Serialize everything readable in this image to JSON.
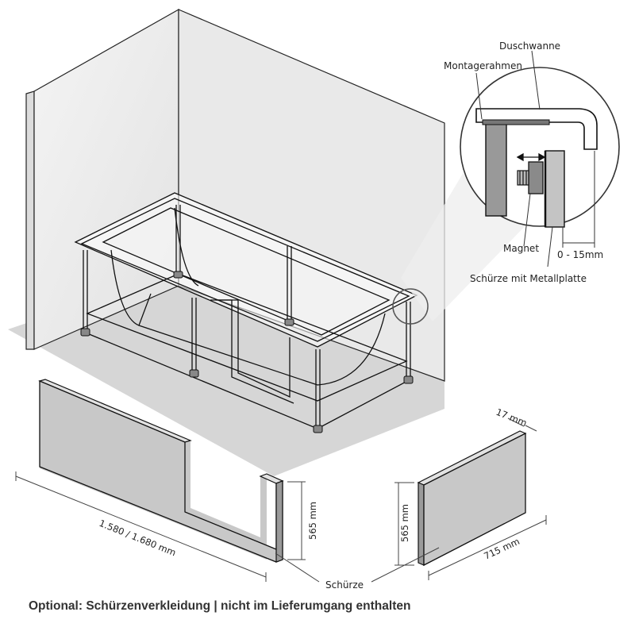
{
  "labels": {
    "duschwanne": "Duschwanne",
    "montagerahmen": "Montagerahmen",
    "magnet": "Magnet",
    "gap": "0 - 15mm",
    "schuerze_metall": "Schürze mit Metallplatte",
    "thickness": "17 mm",
    "length_long": "1.580 / 1.680 mm",
    "height_long": "565 mm",
    "height_short": "565 mm",
    "length_short": "715 mm",
    "schuerze": "Schürze"
  },
  "caption": "Optional: Schürzenverkleidung | nicht im Lieferumgang enthalten",
  "colors": {
    "wall": "#ececec",
    "floor": "#d6d6d6",
    "panel": "#c8c8c8",
    "outline": "#111111"
  }
}
